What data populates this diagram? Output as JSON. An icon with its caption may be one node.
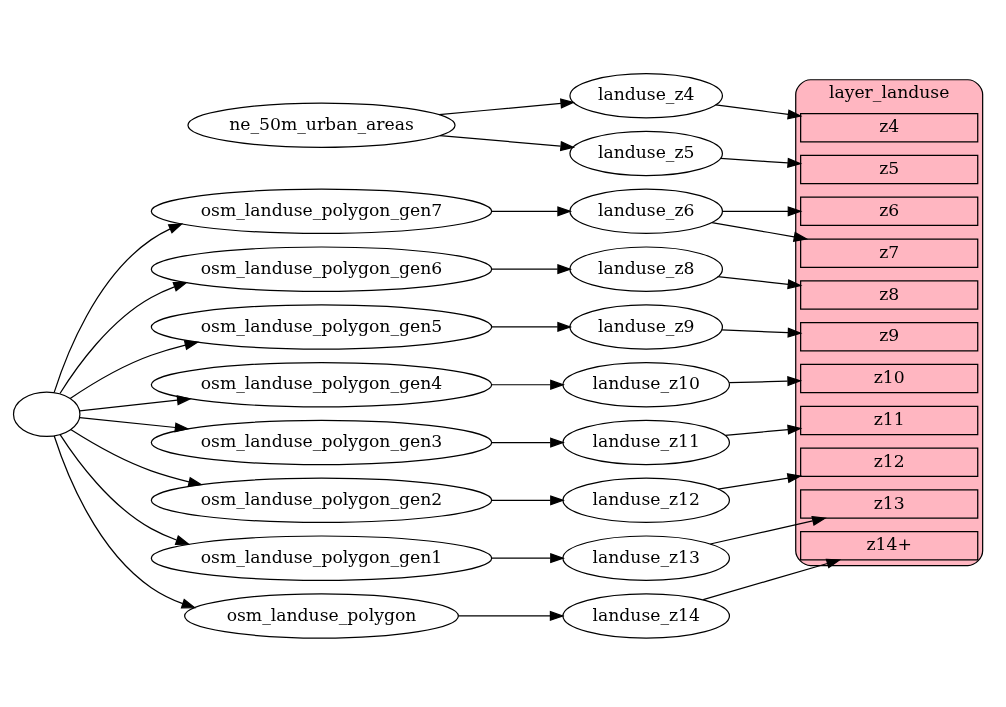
{
  "diagram": {
    "nodes": [
      {
        "text": [
          "ne_50m_urban_areas"
        ]
      },
      {
        "text": [
          "landuse_z4"
        ]
      },
      {
        "text": [
          "landuse_z5"
        ]
      },
      {
        "text": [
          "layer_landuse"
        ]
      },
      {
        "text": [
          "z4"
        ],
        "in": 3
      },
      {
        "text": [
          "z5"
        ],
        "in": 3
      },
      {
        "text": [
          "z6"
        ],
        "in": 3
      },
      {
        "text": [
          "z7"
        ],
        "in": 3
      },
      {
        "text": [
          "z8"
        ],
        "in": 3
      },
      {
        "text": [
          "z9"
        ],
        "in": 3
      },
      {
        "text": [
          "z10"
        ],
        "in": 3
      },
      {
        "text": [
          "z11"
        ],
        "in": 3
      },
      {
        "text": [
          "z12"
        ],
        "in": 3
      },
      {
        "text": [
          "z13"
        ],
        "in": 3
      },
      {
        "text": [
          "z14+"
        ],
        "in": 3
      },
      {
        "text": [
          "osm_landuse_polygon_gen7"
        ]
      },
      {
        "text": [
          "landuse_z6"
        ]
      },
      {
        "text": [
          "osm_landuse_polygon_gen6"
        ]
      },
      {
        "text": [
          "landuse_z8"
        ]
      },
      {
        "text": [
          "osm_landuse_polygon_gen5"
        ]
      },
      {
        "text": [
          "landuse_z9"
        ]
      },
      {
        "text": [
          "osm_landuse_polygon_gen4"
        ]
      },
      {
        "text": [
          "landuse_z10"
        ]
      },
      {
        "text": [],
        "shape": "ellipse"
      },
      {
        "text": [
          "osm_landuse_polygon_gen3"
        ]
      },
      {
        "text": [
          "landuse_z11"
        ]
      },
      {
        "text": [
          "osm_landuse_polygon_gen2"
        ]
      },
      {
        "text": [
          "landuse_z12"
        ]
      },
      {
        "text": [
          "osm_landuse_polygon_gen1"
        ]
      },
      {
        "text": [
          "landuse_z13"
        ]
      },
      {
        "text": [
          "osm_landuse_polygon"
        ]
      },
      {
        "text": [
          "landuse_z14"
        ]
      }
    ],
    "edges": [
      {
        "from": 0,
        "to": 1,
        "arrow": "to"
      },
      {
        "from": 0,
        "to": 2,
        "arrow": "to"
      },
      {
        "from": 23,
        "to": 15,
        "arrow": "to"
      },
      {
        "from": 23,
        "to": 17,
        "arrow": "to"
      },
      {
        "from": 23,
        "to": 19,
        "arrow": "to"
      },
      {
        "from": 23,
        "to": 21,
        "arrow": "to"
      },
      {
        "from": 23,
        "to": 24,
        "arrow": "to"
      },
      {
        "from": 23,
        "to": 26,
        "arrow": "to"
      },
      {
        "from": 23,
        "to": 28,
        "arrow": "to"
      },
      {
        "from": 23,
        "to": 30,
        "arrow": "to"
      },
      {
        "from": 15,
        "to": 16,
        "arrow": "to"
      },
      {
        "from": 17,
        "to": 18,
        "arrow": "to"
      },
      {
        "from": 19,
        "to": 20,
        "arrow": "to"
      },
      {
        "from": 21,
        "to": 22,
        "arrow": "to"
      },
      {
        "from": 24,
        "to": 25,
        "arrow": "to"
      },
      {
        "from": 26,
        "to": 27,
        "arrow": "to"
      },
      {
        "from": 28,
        "to": 29,
        "arrow": "to"
      },
      {
        "from": 30,
        "to": 31,
        "arrow": "to"
      },
      {
        "from": 1,
        "to": 4,
        "arrow": "to"
      },
      {
        "from": 2,
        "to": 5,
        "arrow": "to"
      },
      {
        "from": 16,
        "to": 6,
        "arrow": "to"
      },
      {
        "from": 16,
        "to": 7,
        "arrow": "to"
      },
      {
        "from": 18,
        "to": 8,
        "arrow": "to"
      },
      {
        "from": 20,
        "to": 9,
        "arrow": "to"
      },
      {
        "from": 22,
        "to": 10,
        "arrow": "to"
      },
      {
        "from": 25,
        "to": 11,
        "arrow": "to"
      },
      {
        "from": 27,
        "to": 12,
        "arrow": "to"
      },
      {
        "from": 29,
        "to": 13,
        "arrow": "to"
      },
      {
        "from": 31,
        "to": 14,
        "arrow": "to"
      }
    ]
  }
}
